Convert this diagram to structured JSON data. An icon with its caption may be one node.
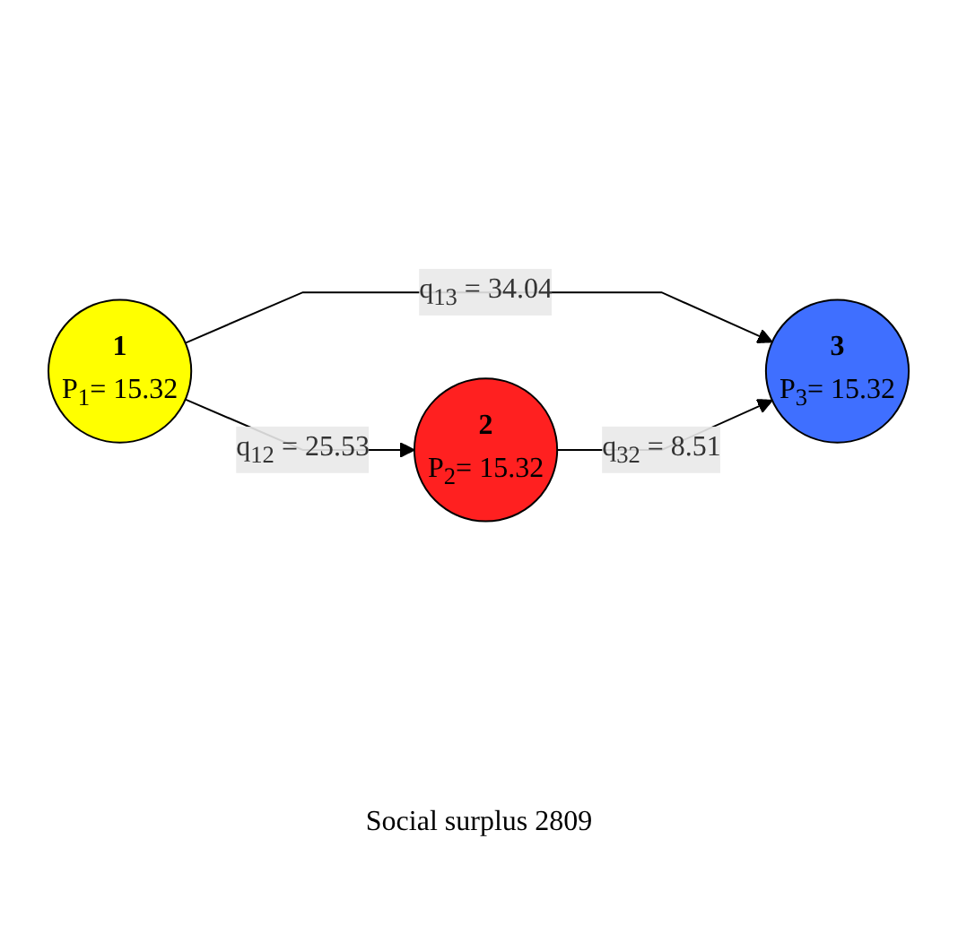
{
  "diagram": {
    "nodes": [
      {
        "text": [
          "1",
          "P$_{1}$= 15.32"
        ]
      },
      {
        "text": [
          "2",
          "P$_{2}$= 15.32"
        ]
      },
      {
        "text": [
          "3",
          "P$_{3}$= 15.32"
        ]
      }
    ],
    "edges": [
      {
        "from": 0,
        "to": 1,
        "arrow": "to",
        "label": "q$_{12}$ = 25.53"
      },
      {
        "from": 0,
        "to": 2,
        "arrow": "to",
        "label": "q$_{13}$ = 34.04"
      },
      {
        "from": 1,
        "to": 2,
        "arrow": "to",
        "label": "q$_{32}$ = 8.51"
      }
    ],
    "labels": [
      "Social surplus 2809"
    ]
  }
}
